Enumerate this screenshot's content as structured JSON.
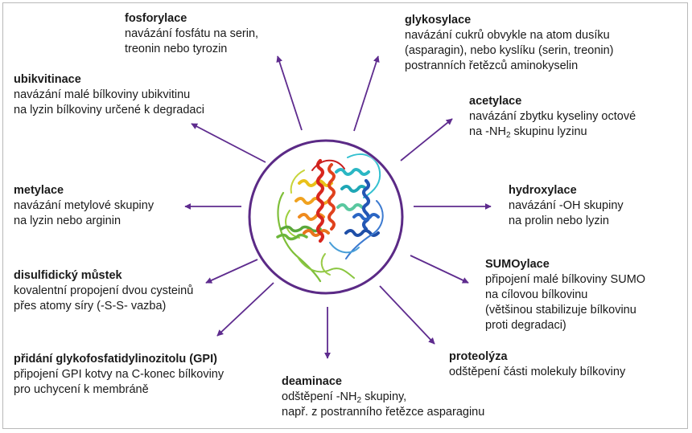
{
  "center": {
    "image": "protein-ribbon-structure",
    "ring_color": "#5b2a86"
  },
  "arrow_color": "#5e2b8e",
  "items": [
    {
      "title": "fosforylace",
      "desc": "navázání fosfátu na serin,\ntreonin nebo tyrozin"
    },
    {
      "title": "glykosylace",
      "desc": "navázání cukrů obvykle na atom dusíku\n(asparagin), nebo kyslíku (serin, treonin)\npostranních řetězců aminokyselin"
    },
    {
      "title": "ubikvitinace",
      "desc": "navázání malé bílkoviny ubikvitinu\nna lyzin bílkoviny určené k degradaci"
    },
    {
      "title": "acetylace",
      "desc_pre": "navázání zbytku kyseliny octové\nna -NH",
      "desc_sub": "2",
      "desc_post": " skupinu lyzinu"
    },
    {
      "title": "metylace",
      "desc": "navázání metylové skupiny\nna lyzin nebo arginin"
    },
    {
      "title": "hydroxylace",
      "desc": "navázání -OH skupiny\nna prolin nebo lyzin"
    },
    {
      "title": "disulfidický můstek",
      "desc": "kovalentní propojení dvou cysteinů\npřes atomy síry (-S-S- vazba)"
    },
    {
      "title": "SUMOylace",
      "desc": "připojení malé bílkoviny SUMO\nna cílovou bílkovinu\n(většinou stabilizuje bílkovinu\nproti degradaci)"
    },
    {
      "title": "přidání glykofosfatidylinozitolu (GPI)",
      "desc": "připojení GPI kotvy na C-konec bílkoviny\npro uchycení k membráně"
    },
    {
      "title": "proteolýza",
      "desc": "odštěpení části molekuly bílkoviny"
    },
    {
      "title": "deaminace",
      "desc_pre": "odštěpení -NH",
      "desc_sub": "2",
      "desc_post": " skupiny,\nnapř. z postranního řetězce asparaginu"
    }
  ]
}
